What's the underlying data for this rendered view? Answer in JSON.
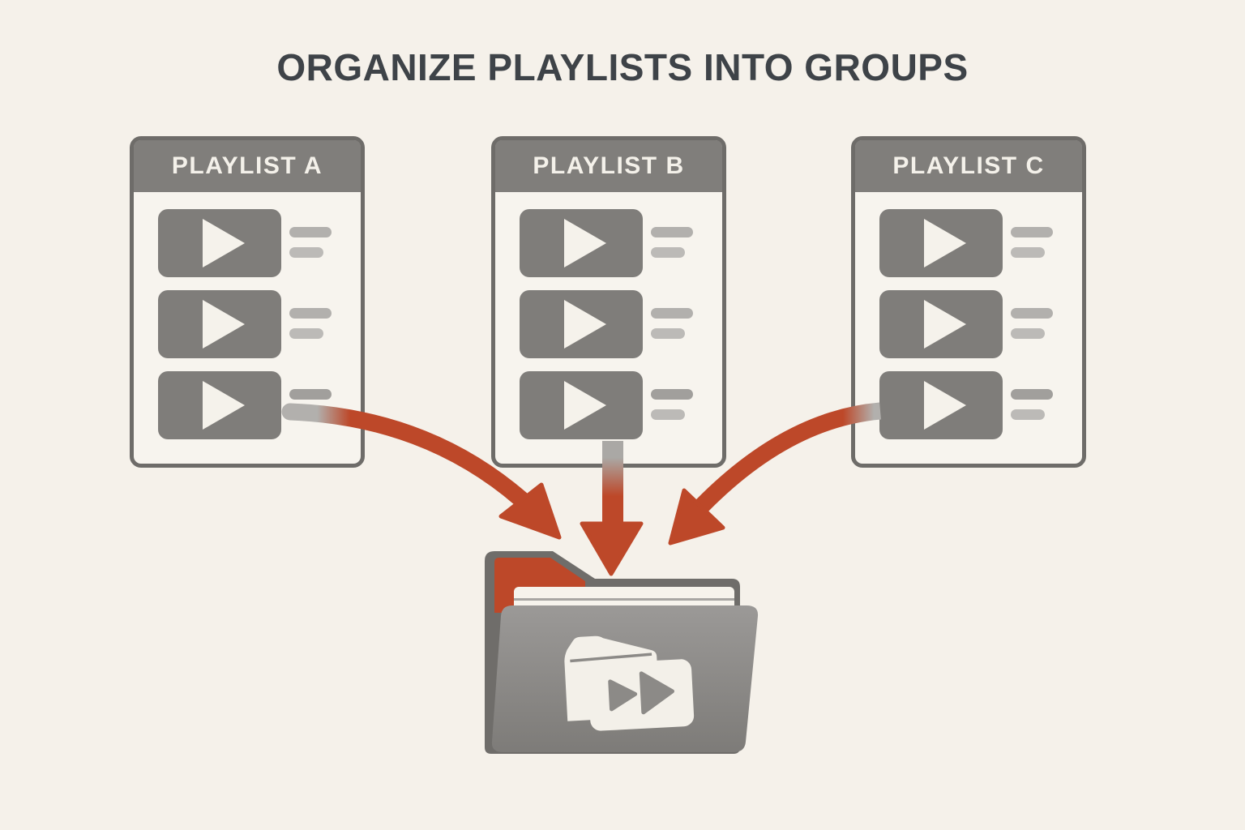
{
  "title": "ORGANIZE PLAYLISTS INTO GROUPS",
  "playlists": [
    {
      "label": "PLAYLIST A",
      "items": [
        {
          "thumbnail_icon": "play-icon",
          "text_lines": 2
        },
        {
          "thumbnail_icon": "play-icon",
          "text_lines": 2
        },
        {
          "thumbnail_icon": "play-icon",
          "text_lines": 1
        }
      ]
    },
    {
      "label": "PLAYLIST B",
      "items": [
        {
          "thumbnail_icon": "play-icon",
          "text_lines": 2
        },
        {
          "thumbnail_icon": "play-icon",
          "text_lines": 2
        },
        {
          "thumbnail_icon": "play-icon",
          "text_lines": 2
        }
      ]
    },
    {
      "label": "PLAYLIST C",
      "items": [
        {
          "thumbnail_icon": "play-icon",
          "text_lines": 2
        },
        {
          "thumbnail_icon": "play-icon",
          "text_lines": 2
        },
        {
          "thumbnail_icon": "play-icon",
          "text_lines": 2
        }
      ]
    }
  ],
  "group_folder": {
    "icon": "playlist-group-folder-icon",
    "badge_icon": "video-playlist-emblem-icon"
  },
  "diagram": {
    "type": "flow",
    "edges": [
      {
        "from": "PLAYLIST A",
        "to": "group-folder",
        "shape": "curved-arrow-down-right"
      },
      {
        "from": "PLAYLIST B",
        "to": "group-folder",
        "shape": "straight-arrow-down"
      },
      {
        "from": "PLAYLIST C",
        "to": "group-folder",
        "shape": "curved-arrow-down-left"
      }
    ]
  },
  "colors": {
    "background": "#f5f1ea",
    "title_text": "#3e4348",
    "card_border": "#6e6c69",
    "card_header": "#807e7b",
    "header_text": "#f4f1ea",
    "thumbnail_gray": "#7f7d7a",
    "placeholder_line": "#b2b0ad",
    "arrow_red": "#bd4829",
    "folder_back_gray": "#6f6d6a",
    "folder_emblem_gray": "#8c8a87",
    "paper_white": "#f6f3ec"
  }
}
